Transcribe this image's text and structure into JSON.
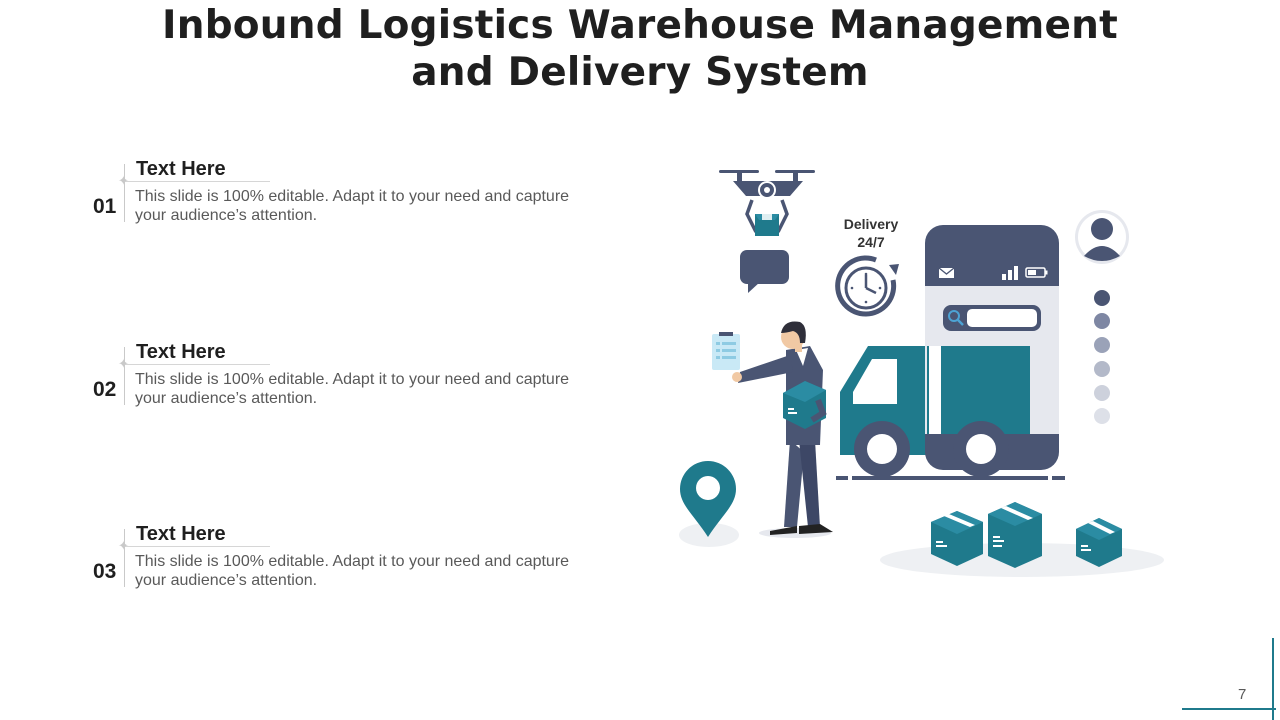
{
  "slide": {
    "title_line1": "Inbound Logistics Warehouse Management",
    "title_line2": "and Delivery System",
    "page_number": "7"
  },
  "items": [
    {
      "number": "01",
      "heading": "Text Here",
      "line1": "This slide is 100% editable. Adapt it to your need and capture",
      "line2": "your audience’s attention."
    },
    {
      "number": "02",
      "heading": "Text Here",
      "line1": "This slide is 100% editable. Adapt it to your need and capture",
      "line2": "your audience’s attention."
    },
    {
      "number": "03",
      "heading": "Text Here",
      "line1": "This slide is 100% editable. Adapt it to your need and capture",
      "line2": "your audience’s attention."
    }
  ],
  "illustration": {
    "delivery_line1": "Delivery",
    "delivery_line2": "24/7",
    "icons": [
      "drone-icon",
      "chat-bubble-icon",
      "clock-icon",
      "phone-icon",
      "mail-icon",
      "signal-icon",
      "battery-icon",
      "search-icon",
      "user-avatar-icon",
      "truck-icon",
      "location-pin-icon",
      "package-icon",
      "clipboard-icon",
      "delivery-man-icon"
    ]
  },
  "colors": {
    "teal": "#1f7a8c",
    "teal_light": "#2b8ca3",
    "navy": "#4a5573",
    "light_gray": "#e6e8ee",
    "text_dark": "#1f1f1f",
    "text_body": "#595959"
  }
}
